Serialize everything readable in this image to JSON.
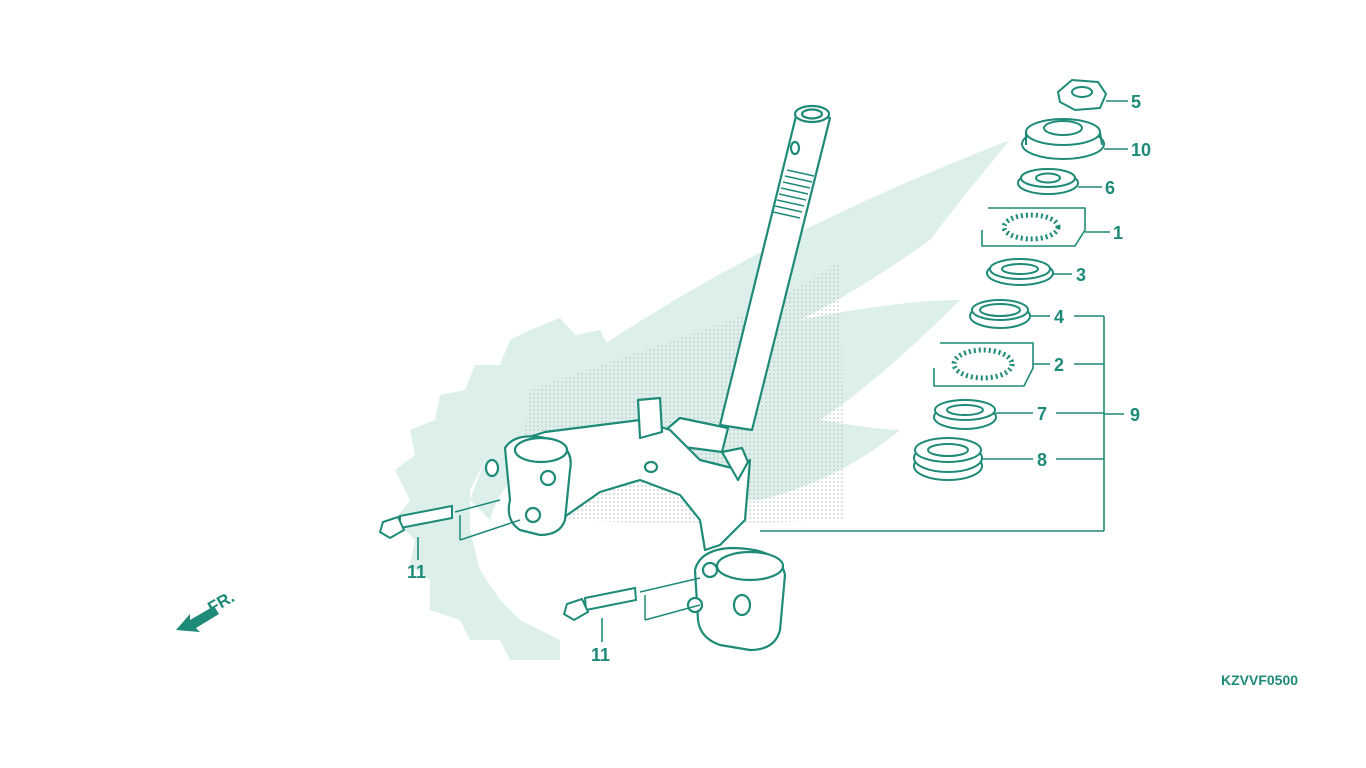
{
  "diagram": {
    "drawing_code": "KZVVF0500",
    "front_indicator": "FR.",
    "colors": {
      "line": "#1e8a78",
      "watermark": "#dcefea",
      "dots": "#c7d3d0",
      "background": "#ffffff"
    },
    "labels": {
      "l1": "1",
      "l2": "2",
      "l3": "3",
      "l4": "4",
      "l5": "5",
      "l6": "6",
      "l7": "7",
      "l8": "8",
      "l9": "9",
      "l10": "10",
      "l11a": "11",
      "l11b": "11"
    }
  }
}
